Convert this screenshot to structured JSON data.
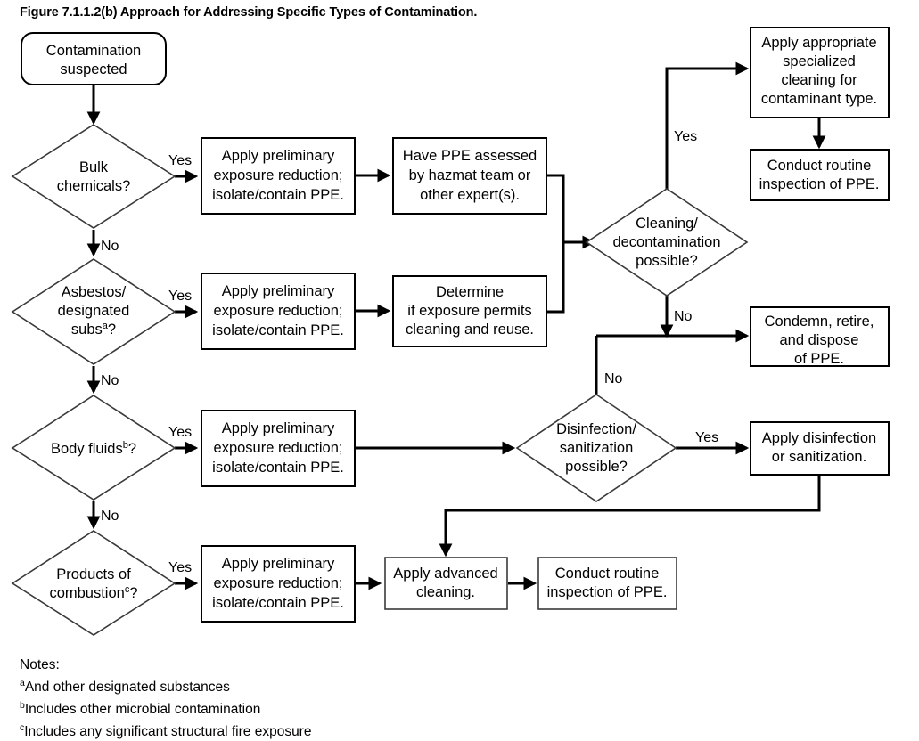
{
  "figure": {
    "title": "Figure 7.1.1.2(b) Approach for Addressing Specific Types of Contamination."
  },
  "nodes": {
    "start": {
      "line1": "Contamination",
      "line2": "suspected"
    },
    "d_bulk": {
      "line1": "Bulk",
      "line2": "chemicals?"
    },
    "d_asbestos": {
      "line1": "Asbestos/",
      "line2": "designated",
      "line3_pre": "subs",
      "line3_sup": "a",
      "line3_post": "?"
    },
    "d_body": {
      "line1_pre": "Body fluids",
      "line1_sup": "b",
      "line1_post": "?"
    },
    "d_combustion": {
      "line1": "Products of",
      "line2_pre": "combustion",
      "line2_sup": "c",
      "line2_post": "?"
    },
    "p_prelim1": {
      "line1": "Apply preliminary",
      "line2": "exposure reduction;",
      "line3": "isolate/contain PPE."
    },
    "p_prelim2": {
      "line1": "Apply preliminary",
      "line2": "exposure reduction;",
      "line3": "isolate/contain PPE."
    },
    "p_prelim3": {
      "line1": "Apply preliminary",
      "line2": "exposure reduction;",
      "line3": "isolate/contain PPE."
    },
    "p_prelim4": {
      "line1": "Apply preliminary",
      "line2": "exposure reduction;",
      "line3": "isolate/contain PPE."
    },
    "p_ppe_assess": {
      "line1": "Have PPE assessed",
      "line2": "by hazmat team or",
      "line3": "other expert(s)."
    },
    "p_determine": {
      "line1": "Determine",
      "line2": "if exposure permits",
      "line3": "cleaning and reuse."
    },
    "d_cleaning": {
      "line1": "Cleaning/",
      "line2": "decontamination",
      "line3": "possible?"
    },
    "d_disinfection": {
      "line1": "Disinfection/",
      "line2": "sanitization",
      "line3": "possible?"
    },
    "p_specialized": {
      "line1": "Apply appropriate",
      "line2": "specialized",
      "line3": "cleaning for",
      "line4": "contaminant type."
    },
    "p_routine_top": {
      "line1": "Conduct routine",
      "line2": "inspection of PPE."
    },
    "p_condemn": {
      "line1": "Condemn, retire,",
      "line2": "and dispose",
      "line3": "of PPE."
    },
    "p_disinfect": {
      "line1": "Apply disinfection",
      "line2": "or sanitization."
    },
    "p_advanced": {
      "line1": "Apply advanced",
      "line2": "cleaning."
    },
    "p_routine_bottom": {
      "line1": "Conduct routine",
      "line2": "inspection of PPE."
    }
  },
  "edge_labels": {
    "bulk_yes": "Yes",
    "bulk_no": "No",
    "asbestos_yes": "Yes",
    "asbestos_no": "No",
    "body_yes": "Yes",
    "body_no": "No",
    "combustion_yes": "Yes",
    "cleaning_yes": "Yes",
    "cleaning_no": "No",
    "disinfection_no": "No",
    "disinfection_yes": "Yes"
  },
  "notes": {
    "heading": "Notes:",
    "items": [
      {
        "marker": "a",
        "text": "And other designated substances"
      },
      {
        "marker": "b",
        "text": "Includes other microbial contamination"
      },
      {
        "marker": "c",
        "text": "Includes any significant structural fire exposure"
      }
    ]
  },
  "colors": {
    "stroke": "#000000",
    "fill": "#ffffff",
    "text": "#000000"
  }
}
